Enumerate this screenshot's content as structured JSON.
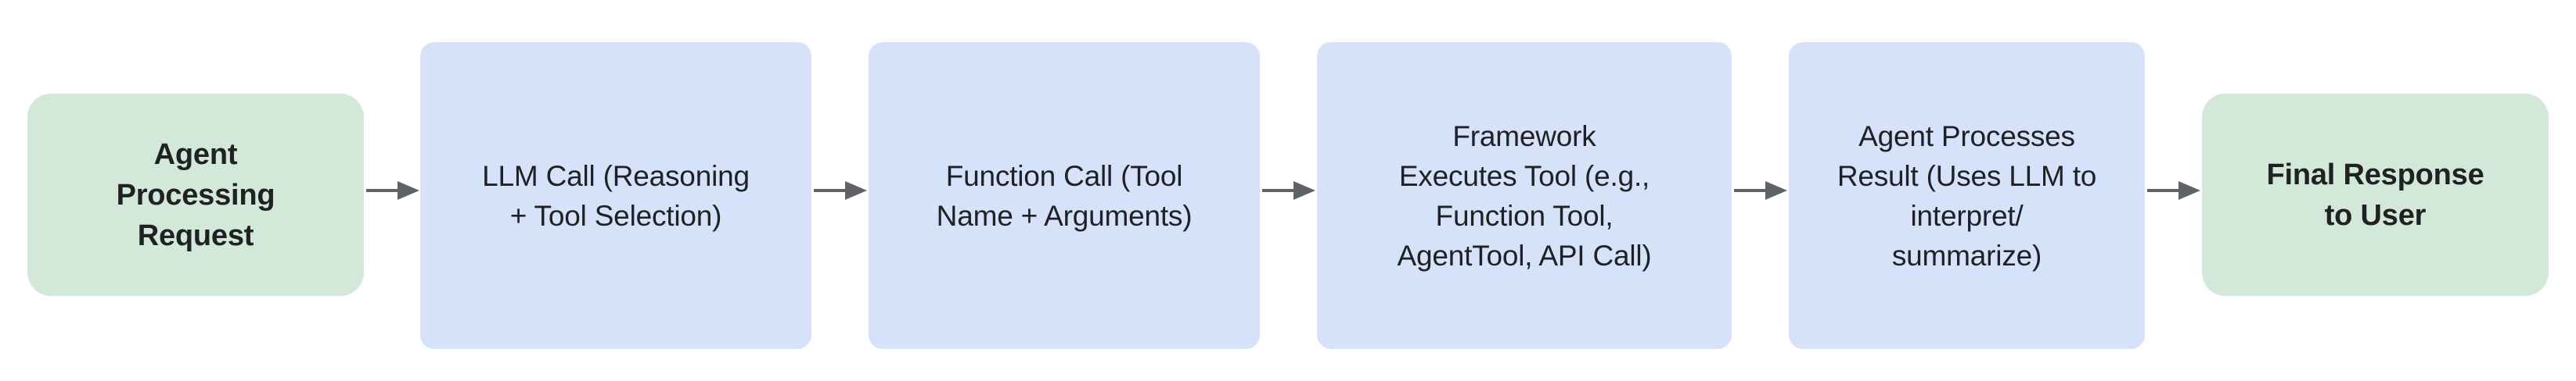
{
  "diagram": {
    "type": "flowchart",
    "orientation": "horizontal-left-to-right",
    "colors": {
      "terminal_fill": "#d2e8d9",
      "process_fill": "#d6e2fa",
      "text": "#202124",
      "arrow": "#5f6368",
      "background": "#ffffff"
    },
    "nodes": [
      {
        "id": "node-1",
        "kind": "terminal",
        "label": "Agent\nProcessing\nRequest",
        "lines": [
          "Agent",
          "Processing",
          "Request"
        ]
      },
      {
        "id": "node-2",
        "kind": "process",
        "label": "LLM Call (Reasoning\n+ Tool Selection)",
        "lines": [
          "LLM Call (Reasoning",
          "+ Tool Selection)"
        ]
      },
      {
        "id": "node-3",
        "kind": "process",
        "label": "Function Call (Tool\nName + Arguments)",
        "lines": [
          "Function Call (Tool",
          "Name + Arguments)"
        ]
      },
      {
        "id": "node-4",
        "kind": "process",
        "label": "Framework\nExecutes Tool (e.g.,\nFunction Tool,\nAgentTool, API Call)",
        "lines": [
          "Framework",
          "Executes Tool (e.g.,",
          "Function Tool,",
          "AgentTool, API Call)"
        ]
      },
      {
        "id": "node-5",
        "kind": "process",
        "label": "Agent Processes\nResult (Uses LLM to\ninterpret/\nsummarize)",
        "lines": [
          "Agent Processes",
          "Result (Uses LLM to",
          "interpret/",
          "summarize)"
        ]
      },
      {
        "id": "node-6",
        "kind": "terminal",
        "label": "Final Response\nto User",
        "lines": [
          "Final Response",
          "to User"
        ]
      }
    ],
    "connectors": [
      {
        "id": "arrow-1",
        "from": "node-1",
        "to": "node-2",
        "style": "solid-arrow-right"
      },
      {
        "id": "arrow-2",
        "from": "node-2",
        "to": "node-3",
        "style": "solid-arrow-right"
      },
      {
        "id": "arrow-3",
        "from": "node-3",
        "to": "node-4",
        "style": "solid-arrow-right"
      },
      {
        "id": "arrow-4",
        "from": "node-4",
        "to": "node-5",
        "style": "solid-arrow-right"
      },
      {
        "id": "arrow-5",
        "from": "node-5",
        "to": "node-6",
        "style": "solid-arrow-right"
      }
    ]
  }
}
